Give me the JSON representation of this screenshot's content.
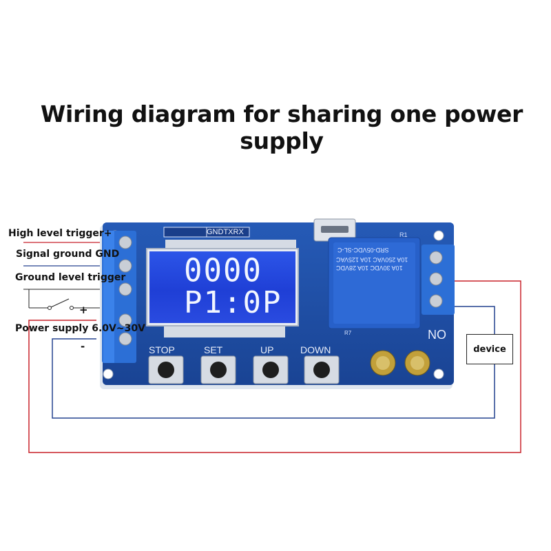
{
  "title": "Wiring diagram for sharing one power supply",
  "labels": {
    "high_level_trigger": "High level trigger+",
    "signal_ground": "Signal ground GND",
    "ground_level_trigger": "Ground level trigger",
    "power_supply": "Power supply 6.0V~30V",
    "plus": "+",
    "minus": "-"
  },
  "board": {
    "header_text": "GNDTXRX",
    "lcd_line1": "0000",
    "lcd_line2": "P1:0P",
    "relay_text": [
      "SRD-05VDC-SL-C",
      "10A 250VAC 10A 125VAC",
      "10A 30VDC 10A 28VDC"
    ],
    "buttons": [
      "STOP",
      "SET",
      "UP",
      "DOWN"
    ],
    "no_label": "NO",
    "r_label": "R1",
    "rv_label": "R7"
  },
  "device": {
    "label": "device"
  },
  "colors": {
    "board": "#1f4fa8",
    "wire_red": "#c8222a",
    "wire_blue": "#24428f",
    "lcd": "#2a4be0"
  }
}
